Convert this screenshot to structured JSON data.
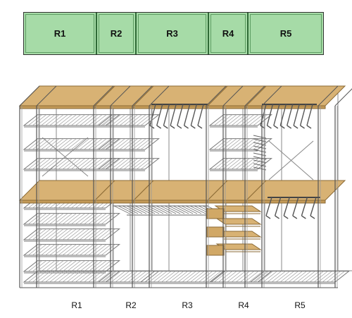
{
  "modules": [
    {
      "id": "r1",
      "label": "R1"
    },
    {
      "id": "r2",
      "label": "R2"
    },
    {
      "id": "r3",
      "label": "R3"
    },
    {
      "id": "r4",
      "label": "R4"
    },
    {
      "id": "r5",
      "label": "R5"
    }
  ],
  "colors": {
    "plan_fill": "#a6dba7",
    "plan_border": "#2f6a36",
    "wood": "#d8b274",
    "wood_edge": "#8b6a35",
    "frame": "#555555",
    "wire": "#777777"
  }
}
